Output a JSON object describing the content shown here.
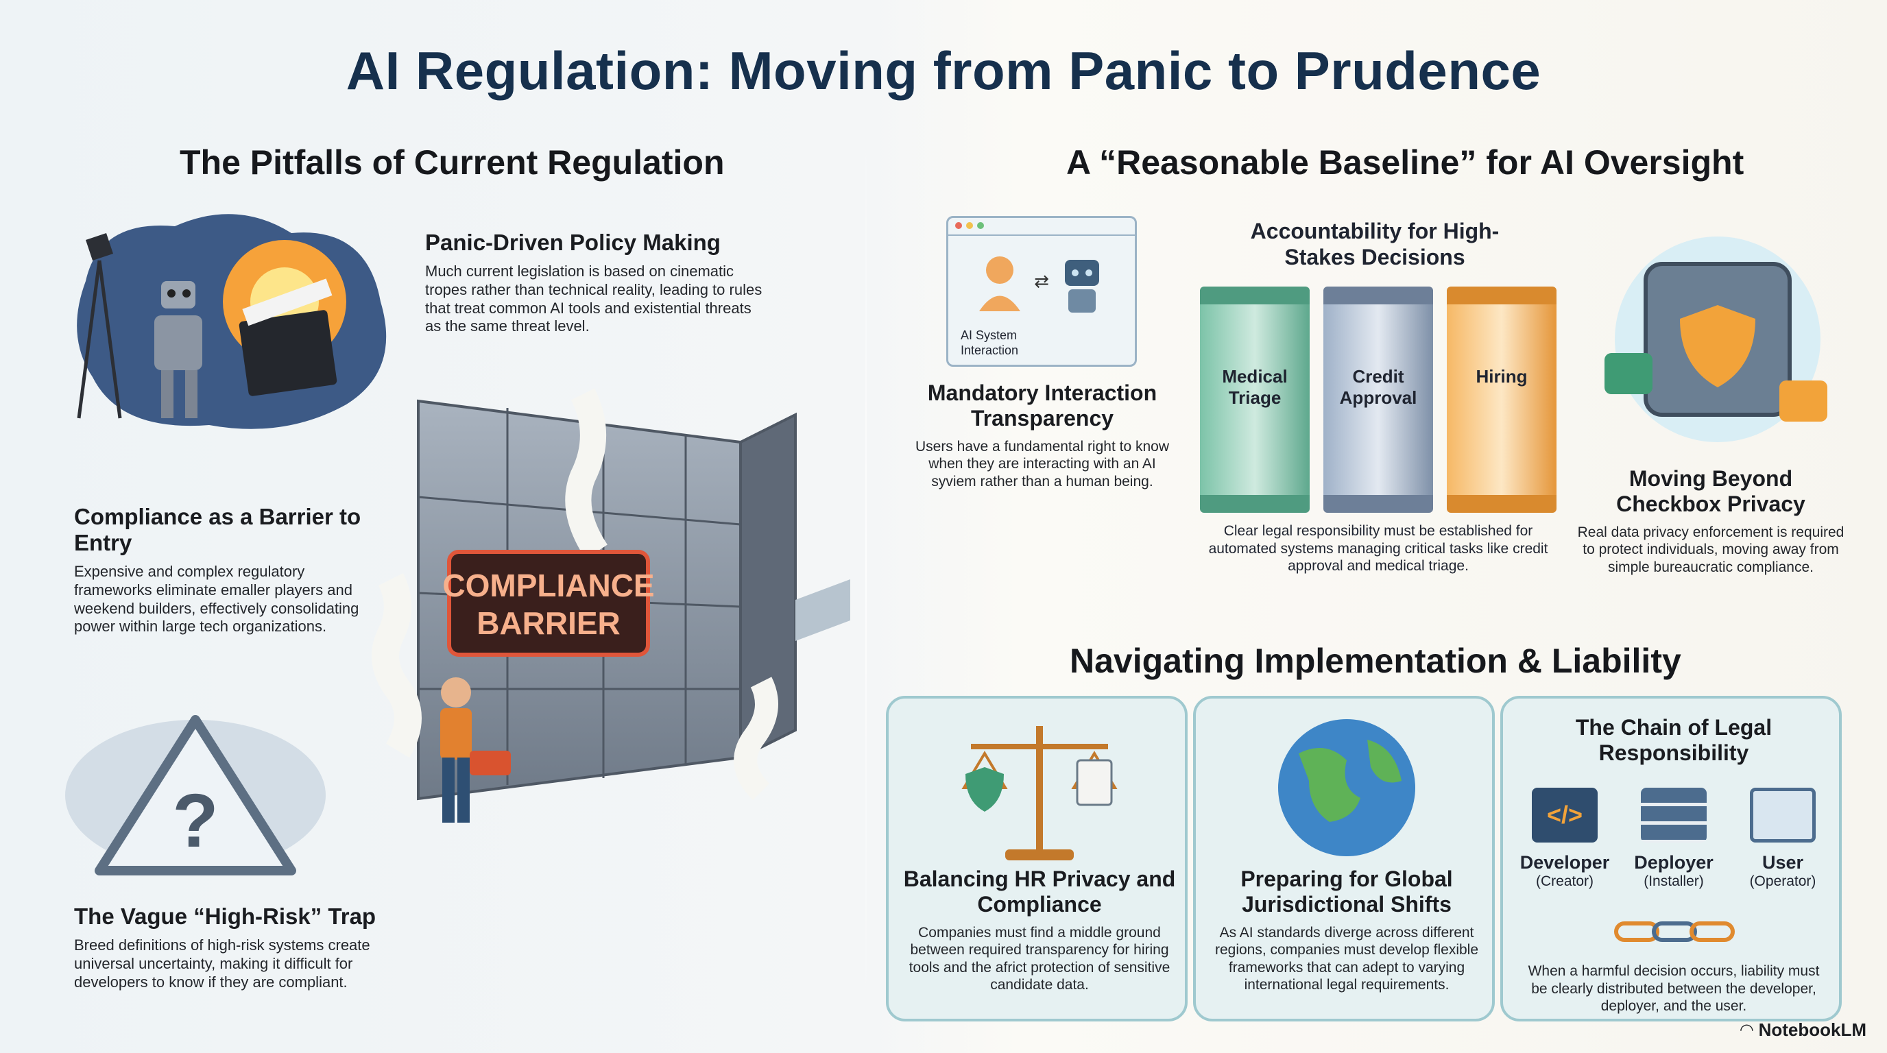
{
  "title": "AI Regulation: Moving from Panic to Prudence",
  "left": {
    "heading": "The Pitfalls of Current Regulation",
    "panic": {
      "title": "Panic-Driven Policy Making",
      "text": "Much current legislation is based on cinematic tropes rather than technical reality, leading to rules that treat common AI tools and existential threats as the same threat level."
    },
    "barrier": {
      "title": "Compliance as a Barrier to Entry",
      "text": "Expensive and complex regulatory frameworks eliminate emaller players and weekend builders, effectively consolidating power within large tech organizations."
    },
    "vague": {
      "title": "The Vague “High-Risk” Trap",
      "text": "Breed definitions of high-risk systems create universal uncertainty, making it difficult for developers to know if they are compliant."
    },
    "wall_sign_line1": "COMPLIANCE",
    "wall_sign_line2": "BARRIER"
  },
  "right": {
    "heading": "A “Reasonable Baseline” for AI Oversight",
    "interaction_label": "AI System Interaction",
    "transparency": {
      "title": "Mandatory Interaction Transparency",
      "text": "Users have a fundamental right to know when they are interacting with an AI syviem rather than a human being."
    },
    "accountability": {
      "title": "Accountability for High-Stakes Decisions",
      "pillars": [
        "Medical Triage",
        "Credit Approval",
        "Hiring"
      ],
      "text": "Clear legal responsibility must be established for automated systems managing critical tasks like credit approval and medical triage."
    },
    "privacy": {
      "title": "Moving Beyond Checkbox Privacy",
      "text": "Real data privacy enforcement is required to protect individuals, moving away from simple bureaucratic compliance."
    }
  },
  "impl": {
    "heading": "Navigating Implementation & Liability",
    "hr": {
      "title": "Balancing HR Privacy and Compliance",
      "text": "Companies must find a middle ground between required transparency for hiring tools and the africt protection of sensitive candidate data."
    },
    "global": {
      "title": "Preparing for Global Jurisdictional Shifts",
      "text": "As AI standards diverge across different regions, companies must develop flexible frameworks that can adept to varying international legal requirements."
    },
    "chain": {
      "title": "The Chain of Legal Responsibility",
      "roles": [
        {
          "name": "Developer",
          "sub": "(Creator)"
        },
        {
          "name": "Deployer",
          "sub": "(Installer)"
        },
        {
          "name": "User",
          "sub": "(Operator)"
        }
      ],
      "text": "When a harmful decision occurs, liability must be clearly distributed between the developer, deployer, and the user."
    }
  },
  "brand": "NotebookLM",
  "colors": {
    "title": "#16304d",
    "panel_bg": "#e6f1f2",
    "panel_border": "#9fc9cf",
    "sign_glow": "#e0563a",
    "pillar_green": "#6bb59b",
    "pillar_blue": "#8ea3bd",
    "pillar_orange": "#f0a64a"
  }
}
